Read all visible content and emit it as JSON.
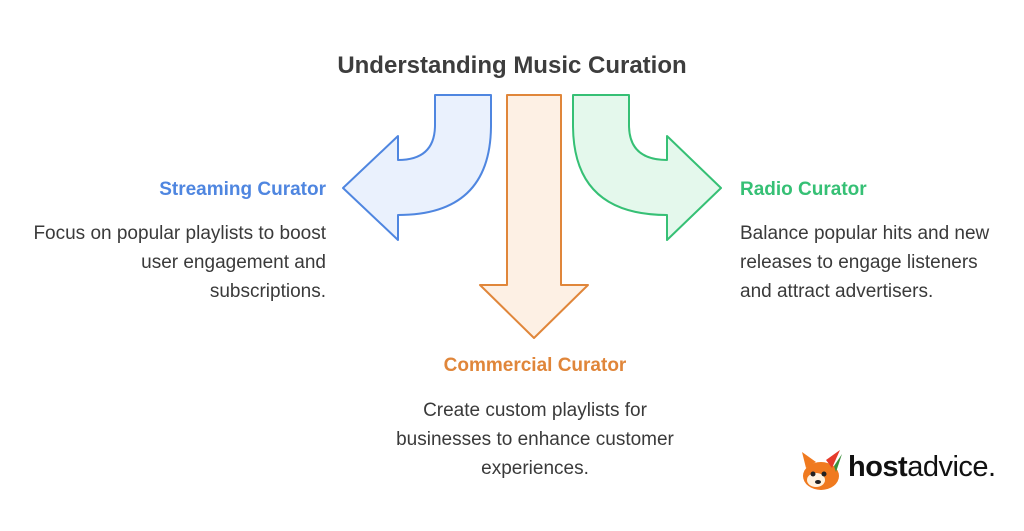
{
  "title": "Understanding Music Curation",
  "colors": {
    "streaming": "#4f86e0",
    "streaming_fill": "#eaf1fd",
    "commercial": "#e0863a",
    "commercial_fill": "#fdf0e4",
    "radio": "#36c075",
    "radio_fill": "#e4f8ec",
    "text": "#3a3a3a"
  },
  "branches": {
    "streaming": {
      "heading": "Streaming Curator",
      "description": "Focus on popular playlists to boost user engagement and subscriptions."
    },
    "radio": {
      "heading": "Radio Curator",
      "description": "Balance popular hits and new releases to engage listeners and attract advertisers."
    },
    "commercial": {
      "heading": "Commercial Curator",
      "description": "Create custom playlists for businesses to enhance customer experiences."
    }
  },
  "logo": {
    "bold": "host",
    "regular": "advice."
  }
}
